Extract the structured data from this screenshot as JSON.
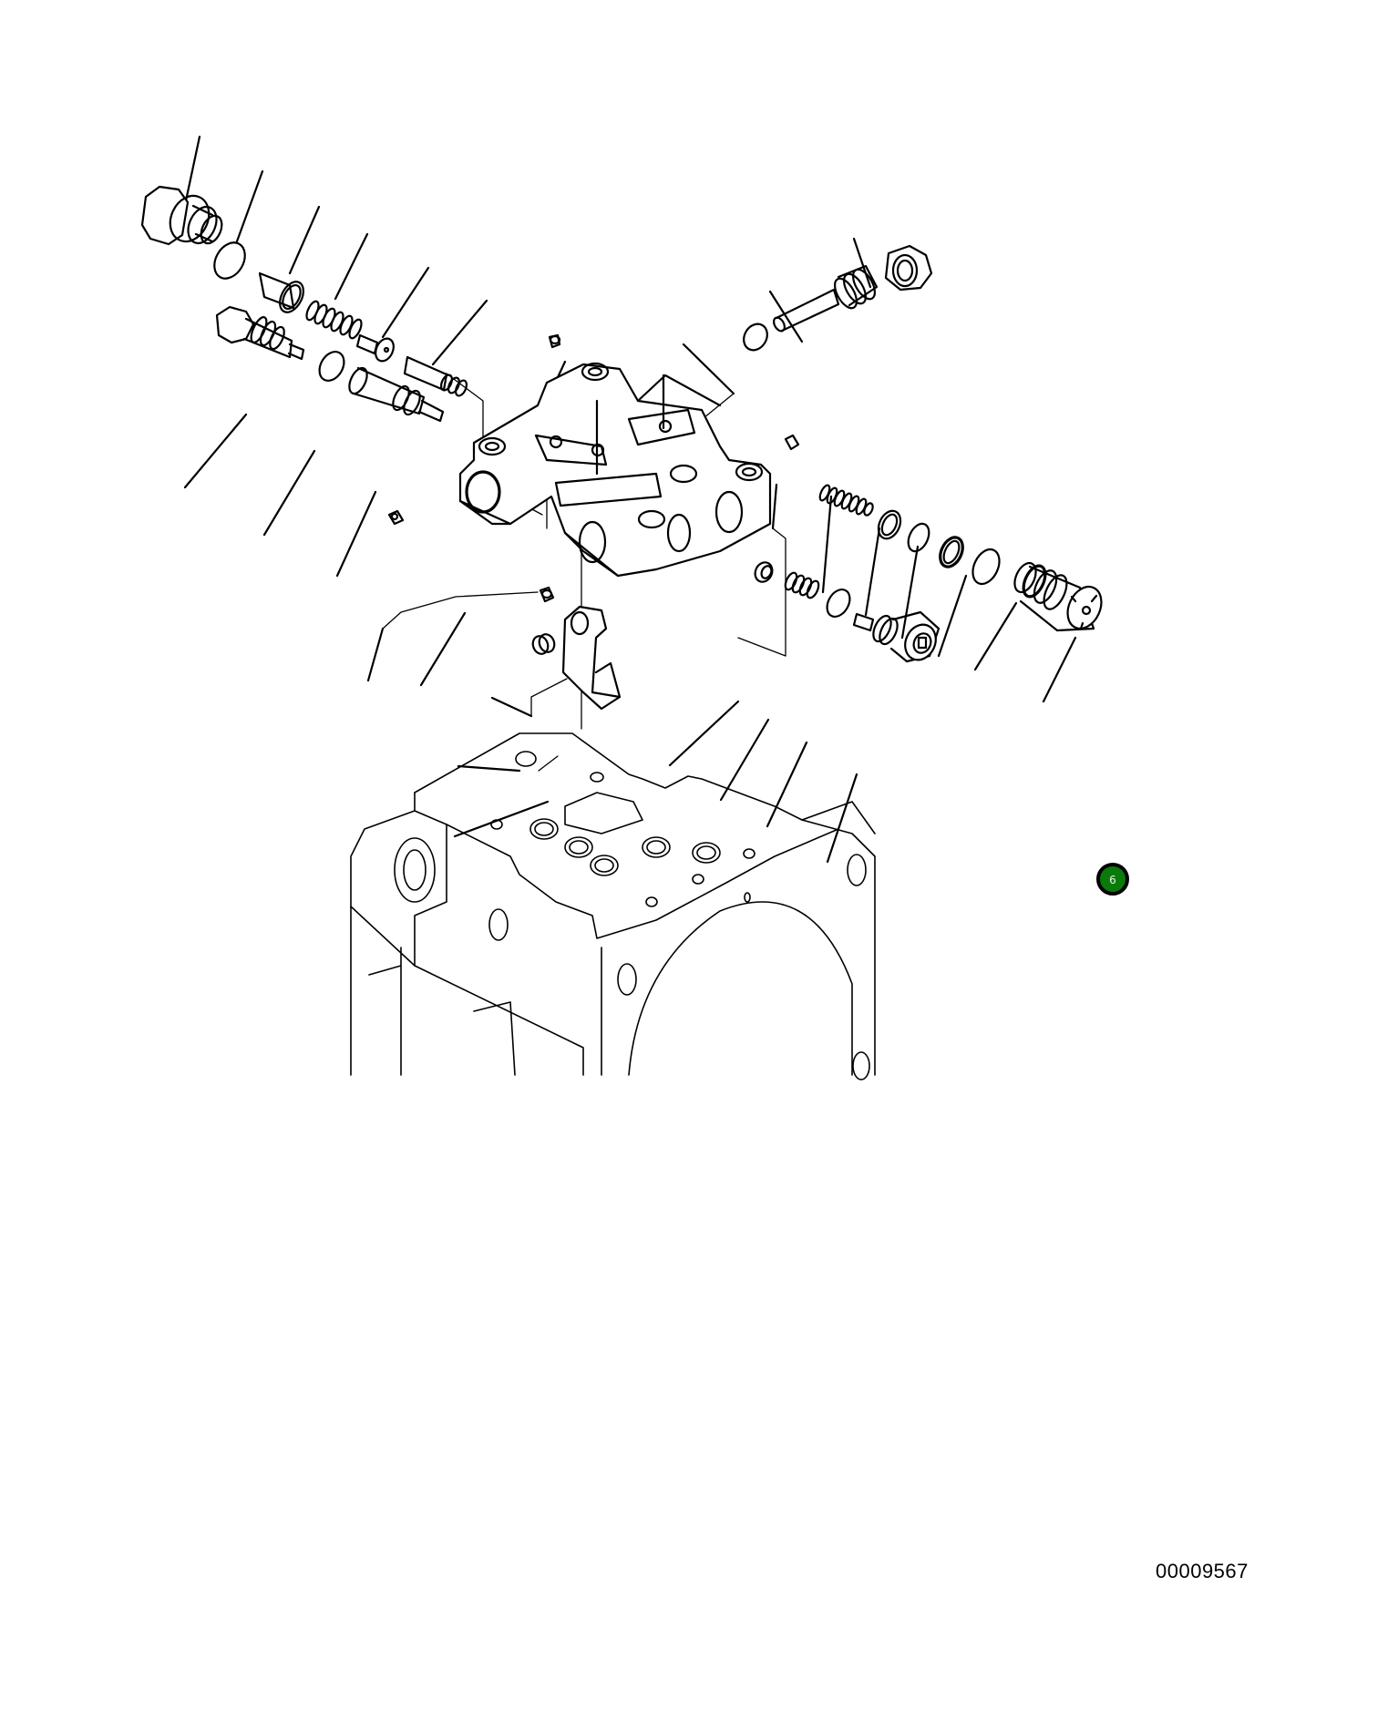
{
  "diagram": {
    "type": "exploded parts diagram",
    "subject": "hydraulic pump control valve assembly with pump casing",
    "drawing_id": "00009567",
    "callout_badge": {
      "label": "6",
      "color": "#0a7a0a",
      "border_color": "#000000"
    },
    "parts": [
      {
        "name": "plug-hex-large",
        "group": "upper-left-row"
      },
      {
        "name": "o-ring",
        "group": "upper-left-row"
      },
      {
        "name": "sleeve",
        "group": "upper-left-row"
      },
      {
        "name": "spring",
        "group": "upper-left-row"
      },
      {
        "name": "seat",
        "group": "upper-left-row"
      },
      {
        "name": "spool-pin",
        "group": "upper-left-row"
      },
      {
        "name": "plug-hex-threaded",
        "group": "middle-left-row"
      },
      {
        "name": "o-ring",
        "group": "middle-left-row"
      },
      {
        "name": "spool",
        "group": "middle-left-row"
      },
      {
        "name": "plug-small",
        "group": "valve-body"
      },
      {
        "name": "valve-body",
        "group": "valve-body"
      },
      {
        "name": "o-ring",
        "group": "upper-right-row"
      },
      {
        "name": "piston-rod",
        "group": "upper-right-row"
      },
      {
        "name": "nut",
        "group": "upper-right-row"
      },
      {
        "name": "plug-small",
        "group": "right-row"
      },
      {
        "name": "spring",
        "group": "right-row"
      },
      {
        "name": "backup-ring",
        "group": "right-row"
      },
      {
        "name": "o-ring",
        "group": "right-row"
      },
      {
        "name": "backup-ring",
        "group": "right-row"
      },
      {
        "name": "o-ring",
        "group": "right-row"
      },
      {
        "name": "valve-cartridge",
        "group": "right-row"
      },
      {
        "name": "plug-small",
        "group": "lower-left"
      },
      {
        "name": "plug-small",
        "group": "lower-left"
      },
      {
        "name": "bushing",
        "group": "lower-left"
      },
      {
        "name": "lever",
        "group": "lower-left"
      },
      {
        "name": "plug-small",
        "group": "lower-right-row"
      },
      {
        "name": "spring",
        "group": "lower-right-row"
      },
      {
        "name": "o-ring",
        "group": "lower-right-row"
      },
      {
        "name": "plug-hex-socket",
        "group": "lower-right-row"
      },
      {
        "name": "pump-casing",
        "group": "reference"
      }
    ]
  }
}
